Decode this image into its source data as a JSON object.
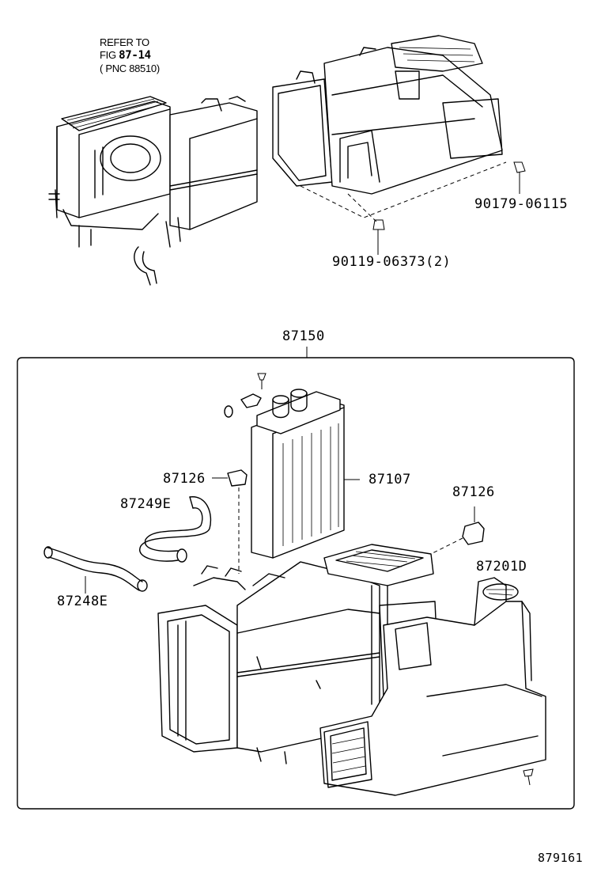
{
  "reference": {
    "line1": "REFER TO",
    "line2_prefix": "FIG ",
    "line2_fig": "87-14",
    "line3": "( PNC 88510)"
  },
  "callouts": {
    "nut": "90179-06115",
    "screw": "90119-06373(2)",
    "assembly": "87150",
    "servo_left": "87126",
    "heater_core": "87107",
    "servo_right": "87126",
    "hose_upper": "87249E",
    "duct": "87201D",
    "hose_lower": "87248E"
  },
  "diagram_id": "879161"
}
